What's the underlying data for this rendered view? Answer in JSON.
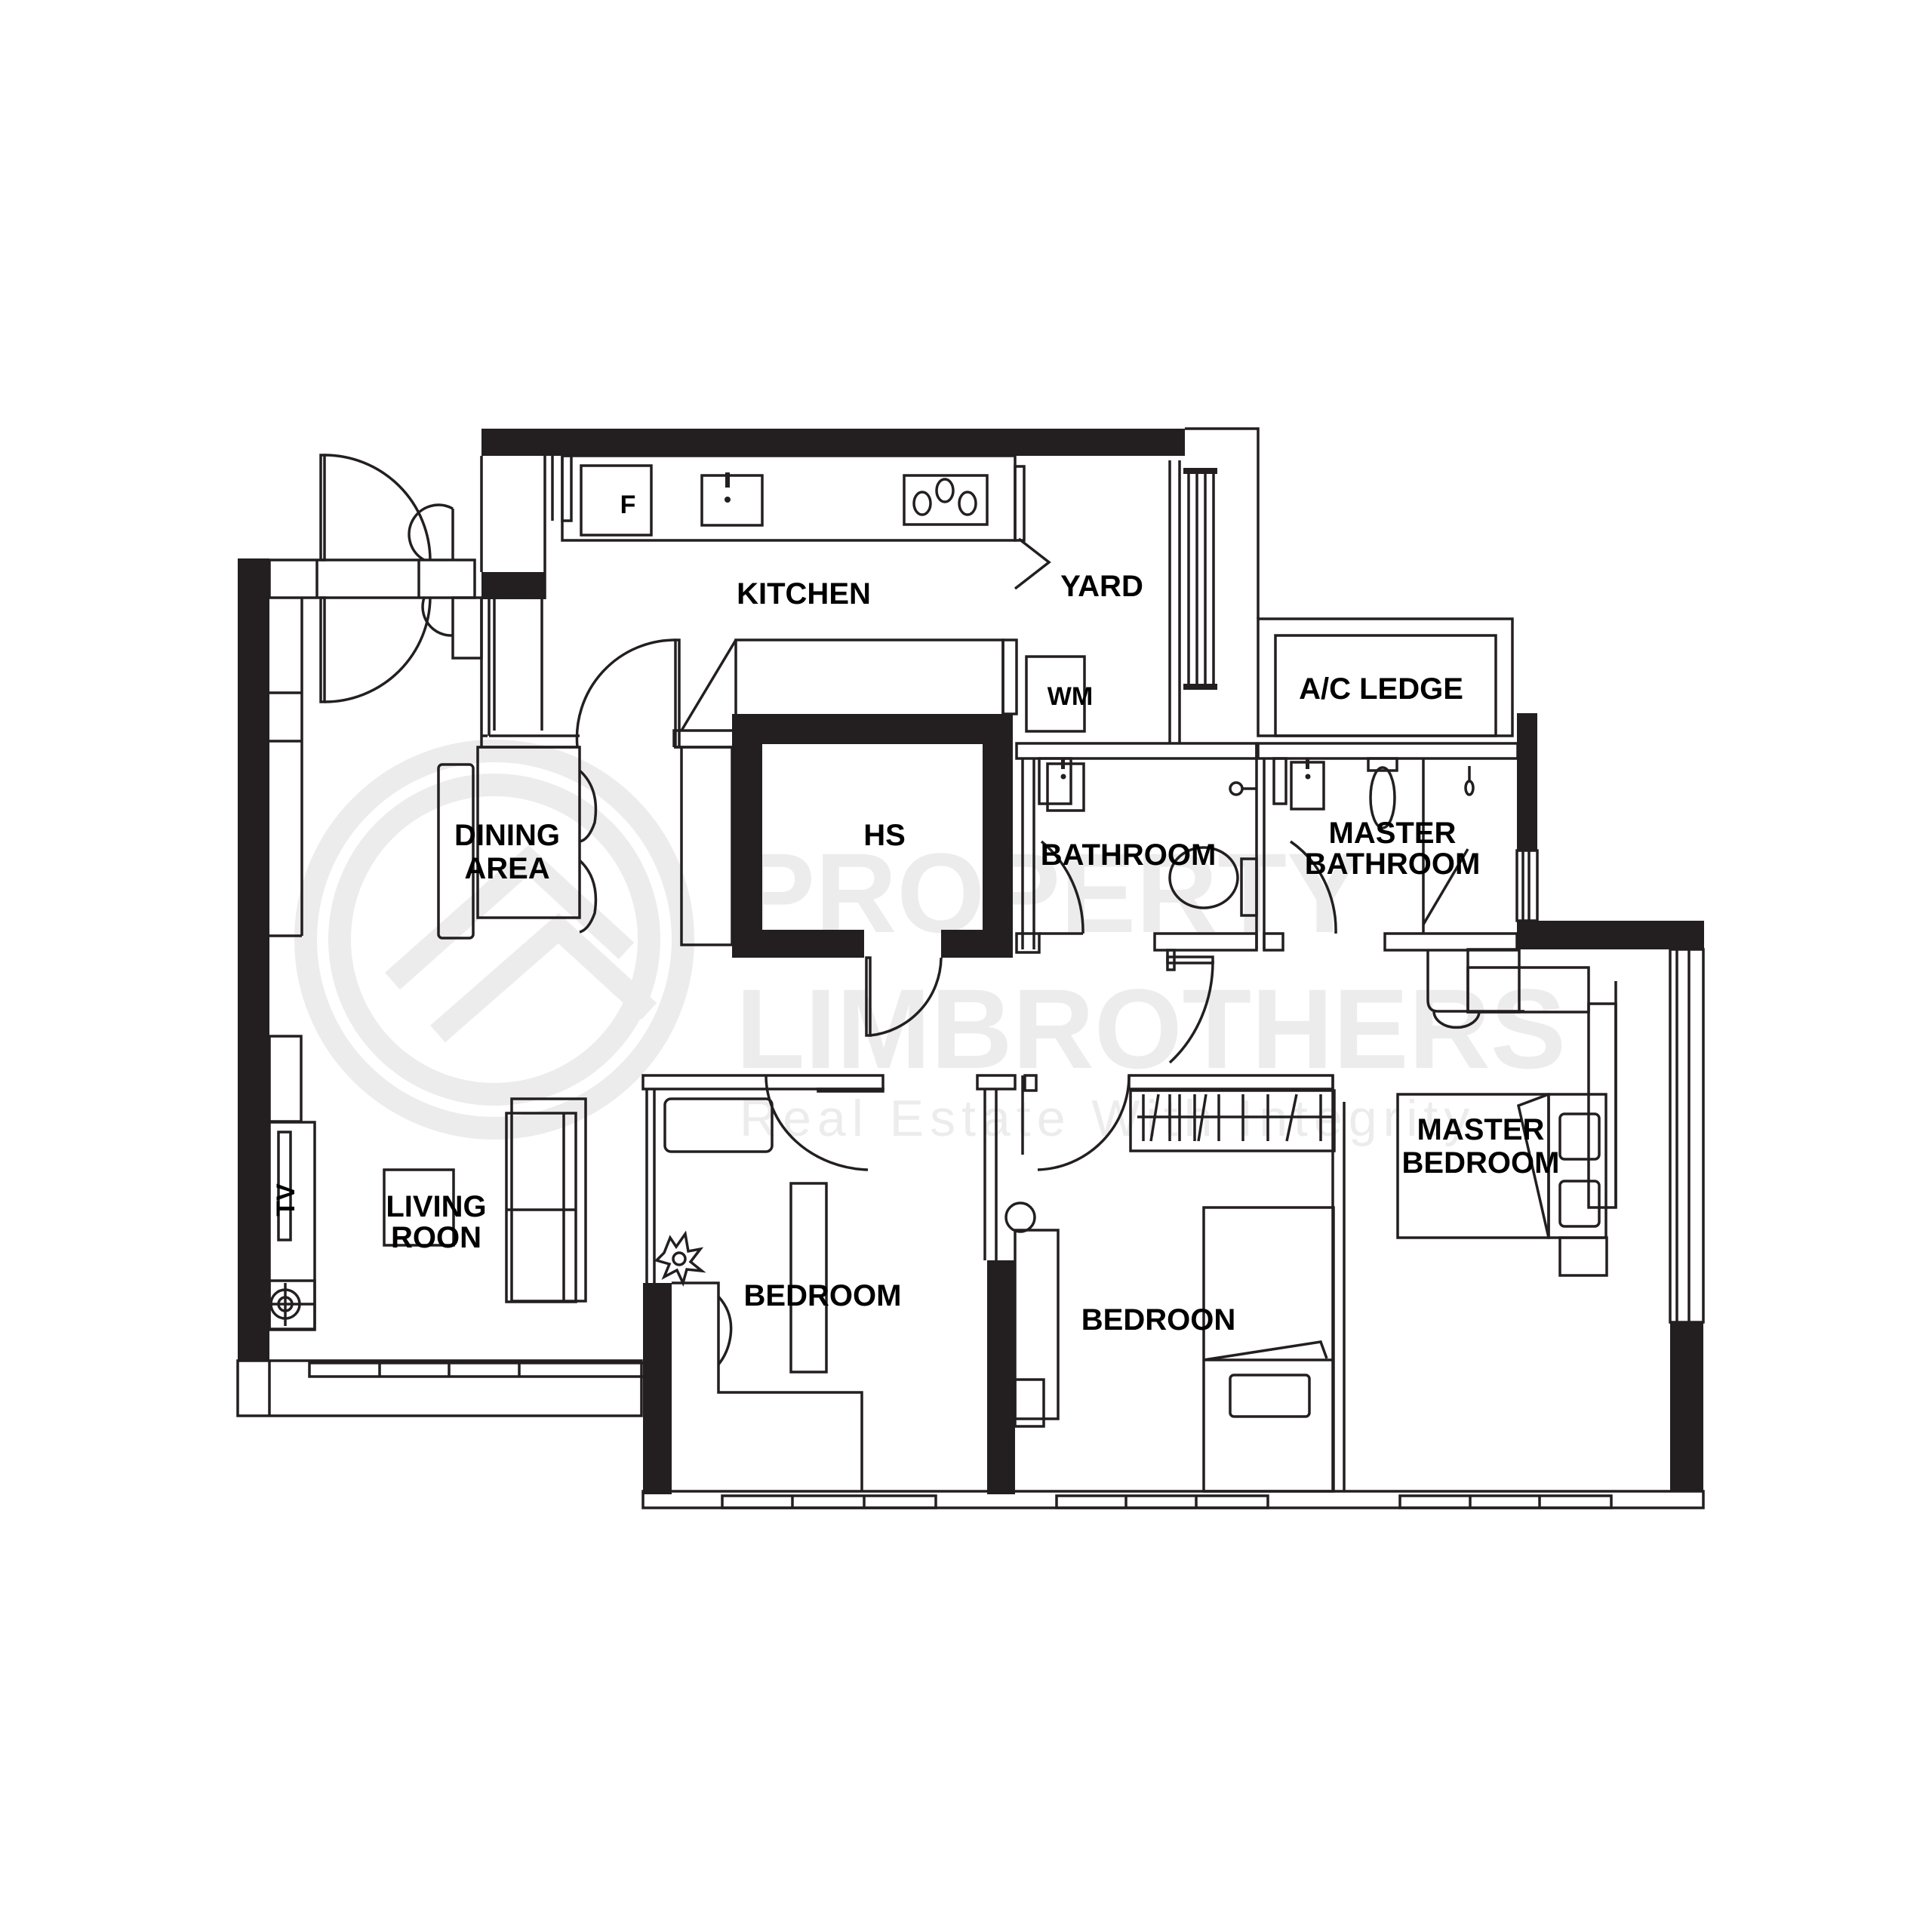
{
  "watermark": {
    "brand_line1": "PROPERTY",
    "brand_line2": "LIMBROTHERS",
    "tagline": "Real Estate With Integrity"
  },
  "rooms": {
    "kitchen": "KITCHEN",
    "yard": "YARD",
    "ac_ledge": "A/C LEDGE",
    "dining_line1": "DINING",
    "dining_line2": "AREA",
    "hs": "HS",
    "bathroom": "BATHROOM",
    "master_bathroom_line1": "MASTER",
    "master_bathroom_line2": "BATHROOM",
    "master_bedroom_line1": "MASTER",
    "master_bedroom_line2": "BEDROOM",
    "living_line1": "LIVING",
    "living_line2": "ROON",
    "bedroom_1": "BEDROOM",
    "bedroom_2": "BEDROON"
  },
  "fixtures": {
    "fridge": "F",
    "washing_machine": "WM",
    "tv": "TV"
  },
  "colors": {
    "wall": "#231f20",
    "watermark": "#ececec",
    "background": "#ffffff"
  }
}
